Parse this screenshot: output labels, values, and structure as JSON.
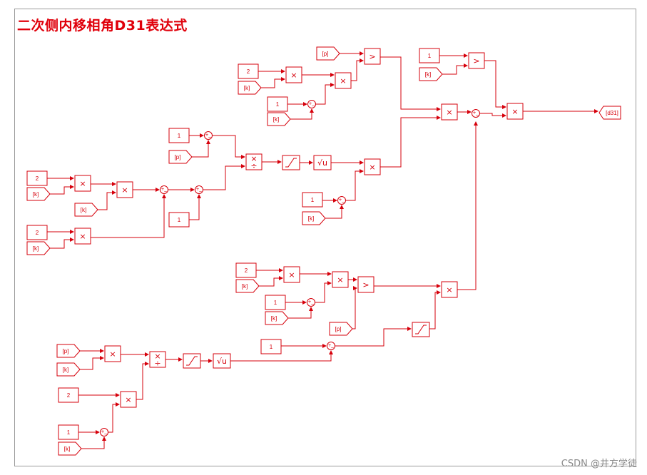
{
  "title": "二次侧内移相角D31表达式",
  "watermark": "CSDN @井方学徒",
  "signals": {
    "k": "[k]",
    "p": "[p]",
    "out": "[d31]"
  },
  "constants": {
    "one": "1",
    "two": "2"
  },
  "ops": {
    "product": "×",
    "divide": "÷",
    "greater": ">",
    "sqrt": "√u",
    "plus": "+",
    "minus": "−"
  },
  "icons": [
    "saturation-icon",
    "sqrt-icon",
    "sum-icon"
  ],
  "colors": {
    "accent": "#d6000b",
    "title": "#e0000b"
  }
}
